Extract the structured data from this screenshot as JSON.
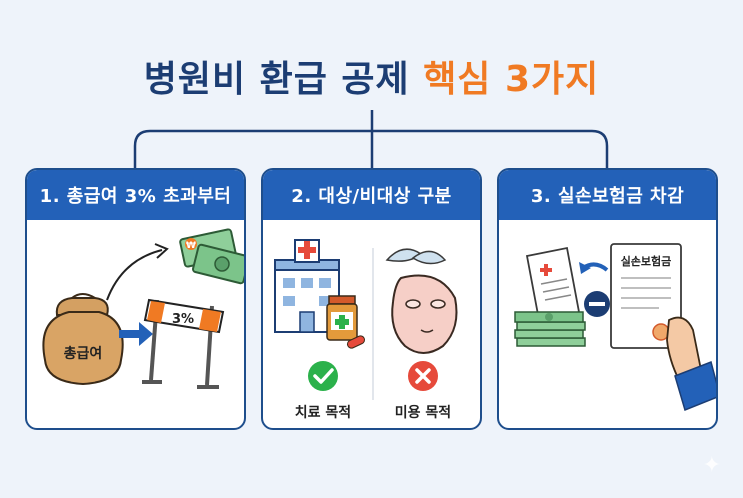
{
  "title": {
    "main": "병원비 환급 공제 ",
    "accent": "핵심 3가지"
  },
  "cards": [
    {
      "header": "1. 총급여 3% 초과부터",
      "bag_label": "총급여",
      "barrier_label": "3%",
      "currency_symbol": "₩"
    },
    {
      "header": "2. 대상/비대상 구분",
      "left_label": "치료 목적",
      "right_label": "미용 목적"
    },
    {
      "header": "3. 실손보험금 차감",
      "document_title": "실손보험금"
    }
  ],
  "colors": {
    "navy": "#1c3d73",
    "orange": "#f07a23",
    "header_blue": "#2361b8",
    "check_green": "#2bb14b",
    "cross_red": "#e64a3b"
  }
}
